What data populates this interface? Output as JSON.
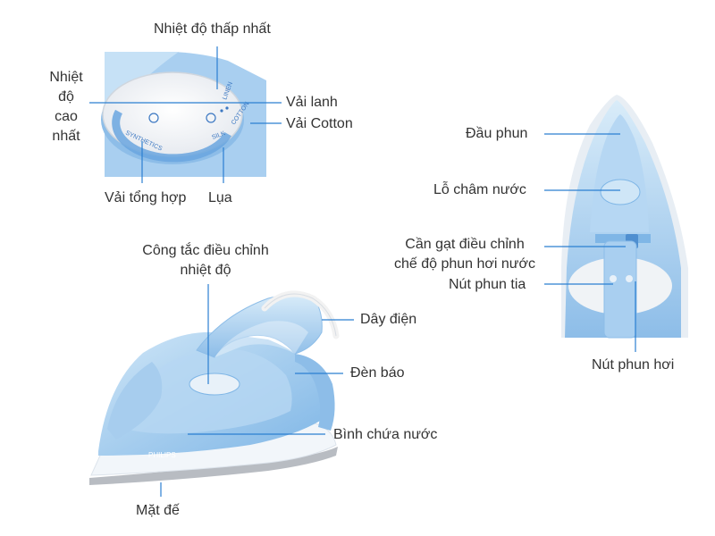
{
  "labels": {
    "lowest_temp": "Nhiệt độ thấp nhất",
    "highest_temp_1": "Nhiệt",
    "highest_temp_2": "độ",
    "highest_temp_3": "cao",
    "highest_temp_4": "nhất",
    "linen": "Vải lanh",
    "cotton": "Vải Cotton",
    "synthetic": "Vải tổng hợp",
    "silk": "Lụa",
    "temp_switch_1": "Công tắc điều chỉnh",
    "temp_switch_2": "nhiệt độ",
    "power_cord": "Dây điện",
    "indicator_light": "Đèn báo",
    "water_tank": "Bình chứa nước",
    "soleplate": "Mặt đế",
    "spray_nozzle": "Đầu phun",
    "water_fill_hole": "Lỗ châm nước",
    "steam_lever_1": "Cần gạt điều chỉnh",
    "steam_lever_2": "chế độ phun hơi nước",
    "spray_button": "Nút phun tia",
    "steam_button": "Nút phun hơi"
  },
  "dial_text": {
    "synthetics": "SYNTHETICS",
    "silk": "SILK",
    "cotton": "COTTON",
    "linen": "LINEN"
  },
  "brand": "PHILIPS",
  "colors": {
    "body_blue": "#9cc8ec",
    "light_blue": "#cfe6f7",
    "dark_blue": "#5a9bd8",
    "white_shell": "#f2f6fa",
    "sole_grey": "#b8bcc2",
    "leader_line": "#2b7fd1"
  }
}
